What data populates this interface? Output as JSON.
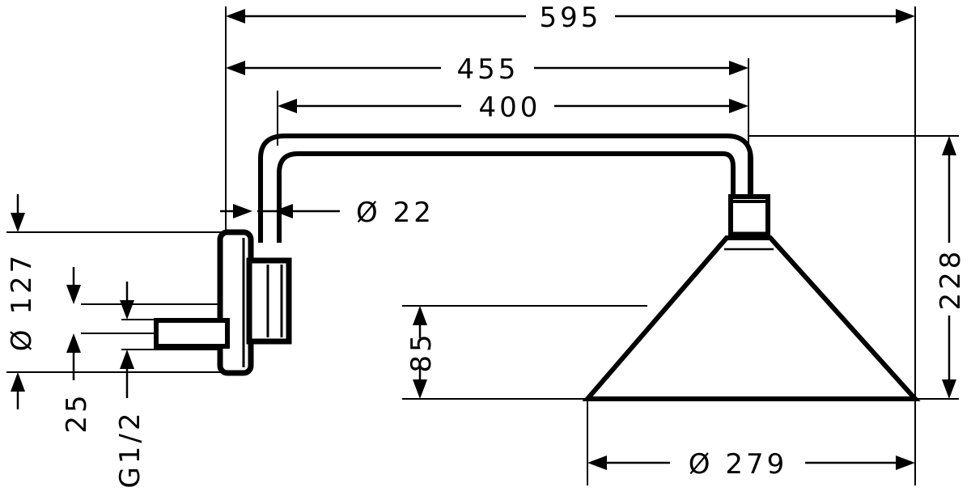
{
  "drawing": {
    "title": "Wall-mounted shower arm with overhead shower — dimensioned technical drawing",
    "units": "mm",
    "line_color": "#000000",
    "background_color": "#ffffff"
  },
  "dimensions": {
    "overall_length": {
      "label": "595",
      "orientation": "horizontal",
      "description": "Overall projection from wall to outer edge of shower head"
    },
    "arm_to_head_center": {
      "label": "455",
      "orientation": "horizontal",
      "description": "Wall face to shower head centre"
    },
    "pipe_run": {
      "label": "400",
      "orientation": "horizontal",
      "description": "Pipe run length"
    },
    "pipe_diameter": {
      "label": "Ø  22",
      "orientation": "horizontal",
      "description": "Shower arm tube diameter"
    },
    "flange_diameter": {
      "label": "Ø 127",
      "orientation": "vertical",
      "description": "Wall escutcheon / flange diameter"
    },
    "stub_offset": {
      "label": "25",
      "orientation": "vertical",
      "description": "Offset of connection stub"
    },
    "thread": {
      "label": "G1/2",
      "orientation": "vertical",
      "description": "Inlet thread size"
    },
    "head_drop": {
      "label": "228",
      "orientation": "vertical",
      "description": "Drop from arm centreline to shower face"
    },
    "head_height": {
      "label": "85",
      "orientation": "vertical",
      "description": "Shower head cone height"
    },
    "head_diameter": {
      "label": "Ø  279",
      "orientation": "horizontal",
      "description": "Shower head spray face diameter"
    }
  }
}
